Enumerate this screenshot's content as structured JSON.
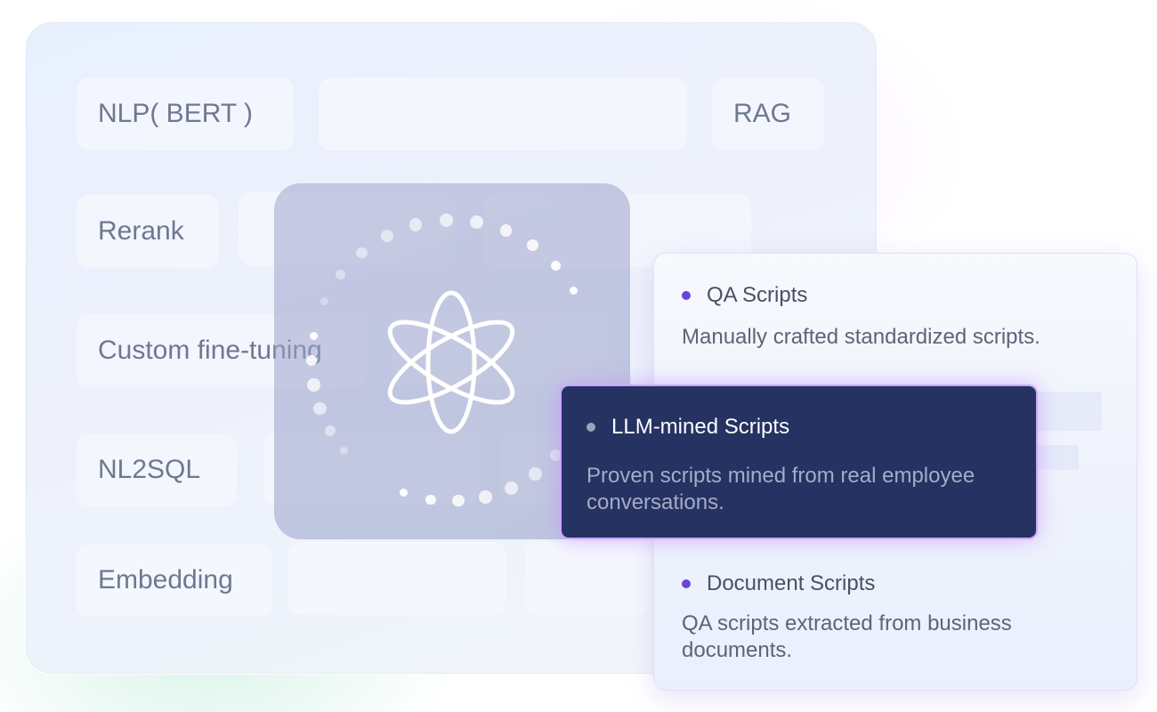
{
  "tech_board": {
    "chips": [
      "NLP( BERT )",
      "RAG",
      "Rerank",
      "Custom fine-tuning",
      "NL2SQL",
      "Embedding"
    ]
  },
  "scripts_card": {
    "items": [
      {
        "title": "QA Scripts",
        "description": "Manually crafted standardized scripts."
      },
      {
        "title": "LLM-mined Scripts",
        "description": "Proven scripts mined from real employee conversations."
      },
      {
        "title": "Document Scripts",
        "description": "QA scripts extracted from business documents."
      }
    ],
    "selected_index": 1
  },
  "colors": {
    "bullet": "#6a45d6",
    "highlight_bg": "#253262",
    "highlight_border": "#c9a8ff"
  },
  "icons": [
    "atom-icon"
  ]
}
